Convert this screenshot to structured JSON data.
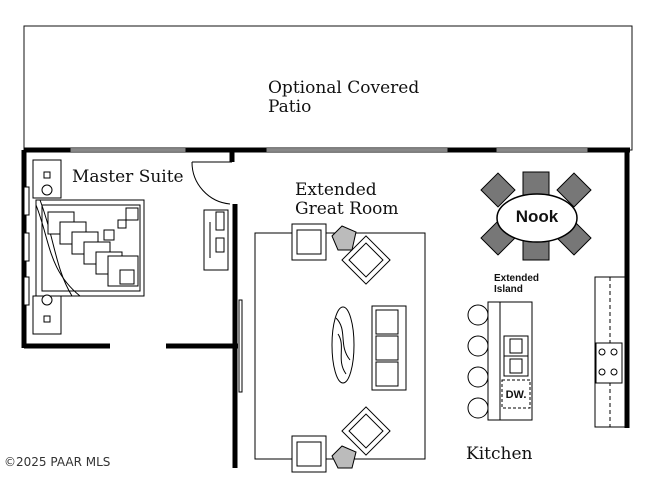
{
  "labels": {
    "patio": "Optional Covered\nPatio",
    "master_suite": "Master Suite",
    "great_room": "Extended\nGreat Room",
    "nook": "Nook",
    "extended_island": "Extended\nIsland",
    "dishwasher": "DW.",
    "kitchen": "Kitchen"
  },
  "copyright": "©2025 PAAR MLS"
}
